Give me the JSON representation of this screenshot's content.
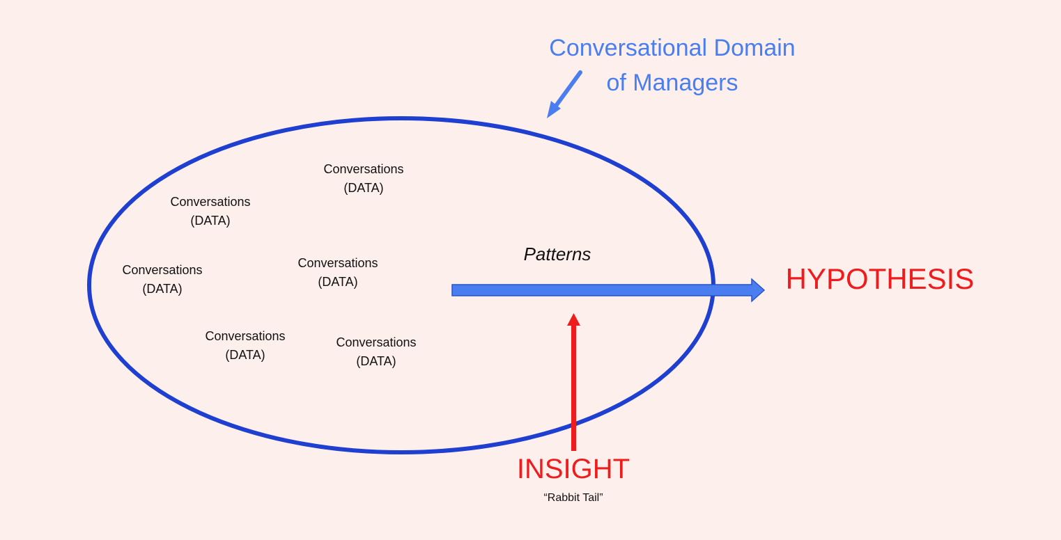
{
  "domain": {
    "line1": "Conversational Domain",
    "line2": "of Managers"
  },
  "conversations": [
    {
      "label": "Conversations",
      "sub": "(DATA)"
    },
    {
      "label": "Conversations",
      "sub": "(DATA)"
    },
    {
      "label": "Conversations",
      "sub": "(DATA)"
    },
    {
      "label": "Conversations",
      "sub": "(DATA)"
    },
    {
      "label": "Conversations",
      "sub": "(DATA)"
    },
    {
      "label": "Conversations",
      "sub": "(DATA)"
    }
  ],
  "patterns": "Patterns",
  "hypothesis": "HYPOTHESIS",
  "insight": "INSIGHT",
  "insight_sub": "“Rabbit Tail”",
  "colors": {
    "background": "#fdf0ec",
    "ellipse": "#1e3fd0",
    "blue_arrow": "#4a7df0",
    "red": "#ee1c1c"
  },
  "icons": {
    "pointer_arrow": "arrow-down-left-icon",
    "pattern_arrow": "arrow-right-icon",
    "insight_arrow": "arrow-up-icon"
  }
}
